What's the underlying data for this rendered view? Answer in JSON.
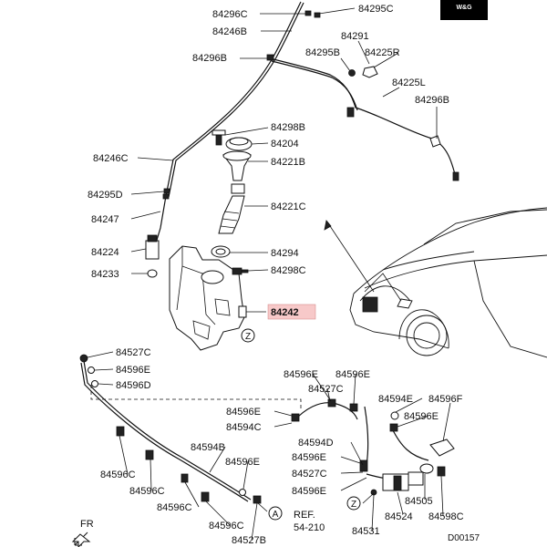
{
  "brand": {
    "text": "W&G"
  },
  "labels": {
    "l84296C_top": "84296C",
    "l84295C": "84295C",
    "l84246B": "84246B",
    "l84291": "84291",
    "l84296B_a": "84296B",
    "l84295B": "84295B",
    "l84225R": "84225R",
    "l84225L": "84225L",
    "l84296B_b": "84296B",
    "l84298B": "84298B",
    "l84204": "84204",
    "l84246C": "84246C",
    "l84221B": "84221B",
    "l84295D": "84295D",
    "l84221C": "84221C",
    "l84247": "84247",
    "l84224": "84224",
    "l84294": "84294",
    "l84233": "84233",
    "l84298C": "84298C",
    "l84242": "84242",
    "l84527C_a": "84527C",
    "l84596E_a": "84596E",
    "l84596D": "84596D",
    "l84596E_b": "84596E",
    "l84596E_c": "84596E",
    "l84527C_b": "84527C",
    "l84596E_d": "84596E",
    "l84594C": "84594C",
    "l84594E": "84594E",
    "l84596F": "84596F",
    "l84596E_e": "84596E",
    "l84594D": "84594D",
    "l84594B": "84594B",
    "l84596E_f": "84596E",
    "l84596C_a": "84596C",
    "l84596E_g": "84596E",
    "l84527C_c": "84527C",
    "l84596C_b": "84596C",
    "l84596E_h": "84596E",
    "l84596C_c": "84596C",
    "l84505": "84505",
    "l84524": "84524",
    "l84598C": "84598C",
    "l84596C_d": "84596C",
    "l84527B": "84527B",
    "l84531": "84531"
  },
  "callouts": {
    "z1": "Z",
    "z2": "Z",
    "a": "A"
  },
  "ref": {
    "line1": "REF.",
    "line2": "54-210"
  },
  "front": "FR",
  "diagram_code": "D00157"
}
